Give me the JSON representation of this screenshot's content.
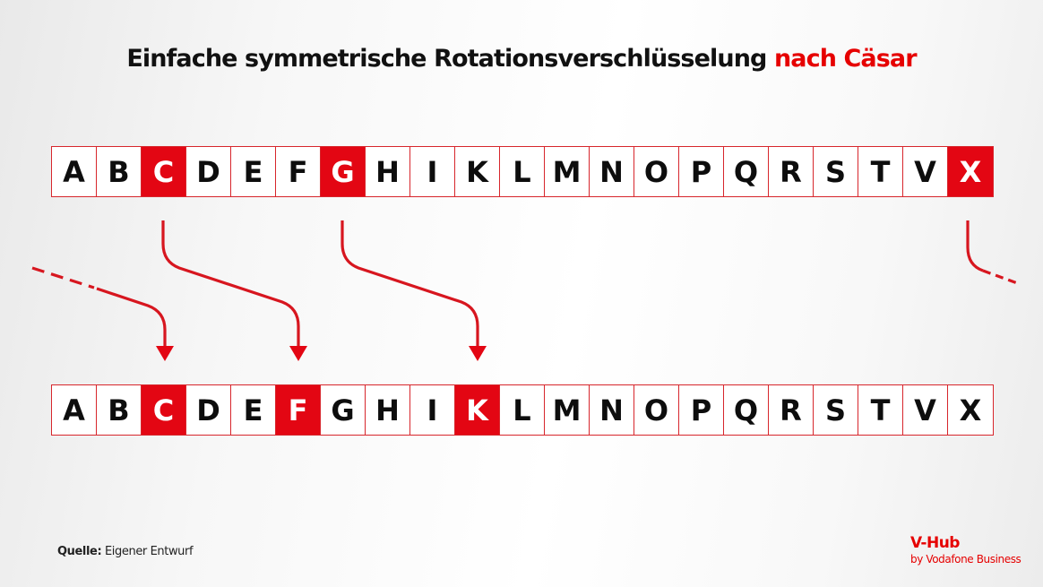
{
  "title": {
    "main": "Einfache symmetrische Rotationsverschlüsselung ",
    "accent": "nach Cäsar"
  },
  "colors": {
    "accent": "#e30613",
    "border": "#d7262c",
    "text": "#0d0d0d"
  },
  "plain_alphabet": {
    "letters": [
      "A",
      "B",
      "C",
      "D",
      "E",
      "F",
      "G",
      "H",
      "I",
      "K",
      "L",
      "M",
      "N",
      "O",
      "P",
      "Q",
      "R",
      "S",
      "T",
      "V",
      "X"
    ],
    "highlighted": [
      "C",
      "G",
      "X"
    ]
  },
  "cipher_alphabet": {
    "letters": [
      "A",
      "B",
      "C",
      "D",
      "E",
      "F",
      "G",
      "H",
      "I",
      "K",
      "L",
      "M",
      "N",
      "O",
      "P",
      "Q",
      "R",
      "S",
      "T",
      "V",
      "X"
    ],
    "highlighted": [
      "C",
      "F",
      "K"
    ]
  },
  "mappings": [
    {
      "from": "X",
      "to": "C",
      "note": "wrap-around (dashed)"
    },
    {
      "from": "C",
      "to": "F"
    },
    {
      "from": "G",
      "to": "K"
    }
  ],
  "footer": {
    "source_label": "Quelle:",
    "source_value": " Eigener Entwurf",
    "brand_name": "V-Hub",
    "brand_sub": "by Vodafone Business"
  }
}
